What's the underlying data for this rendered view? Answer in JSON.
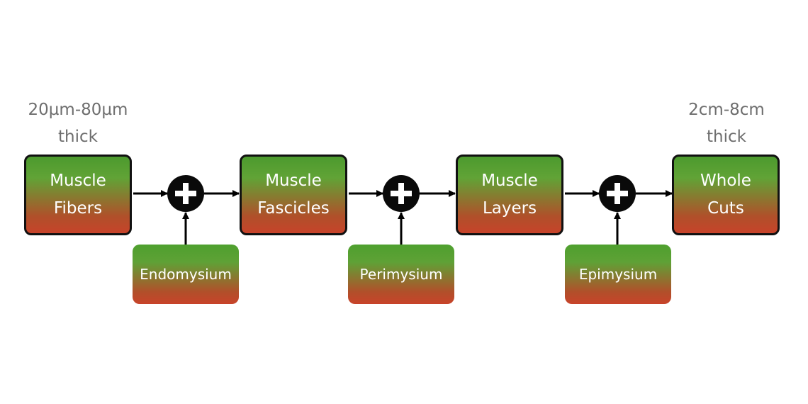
{
  "size_labels": {
    "left": [
      "20µm-80µm",
      "thick"
    ],
    "right": [
      "2cm-8cm",
      "thick"
    ]
  },
  "stages": [
    {
      "lines": [
        "Muscle",
        "Fibers"
      ]
    },
    {
      "lines": [
        "Muscle",
        "Fascicles"
      ]
    },
    {
      "lines": [
        "Muscle",
        "Layers"
      ]
    },
    {
      "lines": [
        "Whole",
        "Cuts"
      ]
    }
  ],
  "tissues": [
    {
      "label": "Endomysium"
    },
    {
      "label": "Perimysium"
    },
    {
      "label": "Epimysium"
    }
  ]
}
